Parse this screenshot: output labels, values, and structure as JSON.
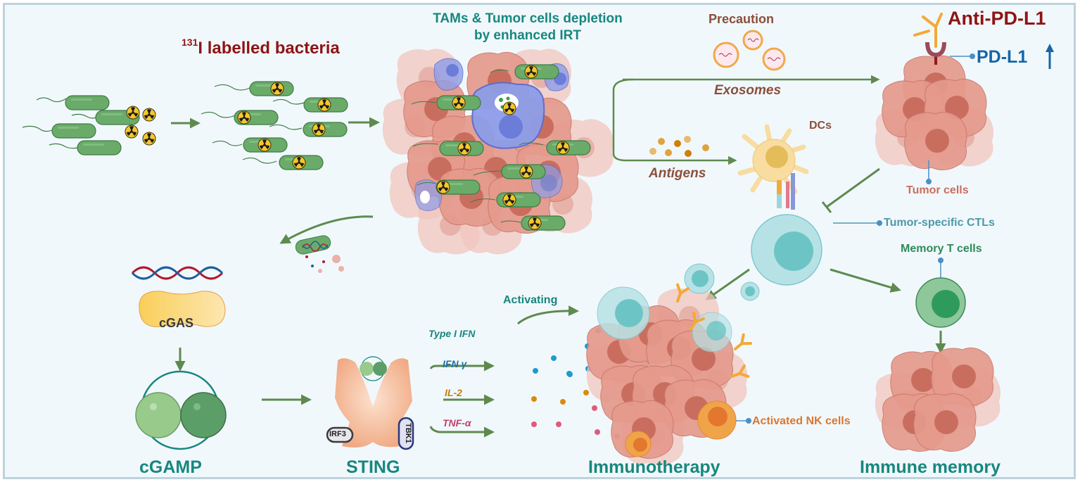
{
  "figure": {
    "title_labels": {
      "bacteria": {
        "isotope": "131",
        "text": "I labelled bacteria"
      },
      "depletion": {
        "line1": "TAMs & Tumor cells depletion",
        "line2": "by enhanced IRT"
      },
      "precaution": "Precaution",
      "anti_pd_l1": "Anti-PD-L1",
      "pd_l1": "PD-L1",
      "pd_l1_trend": "up-arrow-icon"
    },
    "pathway_labels": {
      "exosomes": "Exosomes",
      "antigens": "Antigens",
      "dcs": "DCs",
      "tumor_cells": "Tumor cells",
      "tumor_specific_ctls": "Tumor-specific CTLs",
      "memory_t_cells": "Memory T cells",
      "activating": "Activating",
      "activated_nk_cells": "Activated NK cells"
    },
    "sting_pathway": {
      "cgas": "cGAS",
      "irf3": "IRF3",
      "tbk1": "TBK1",
      "cytokines": [
        {
          "name": "Type I IFN",
          "color": "#17877e"
        },
        {
          "name": "IFN γ",
          "color": "#1f6fa5"
        },
        {
          "name": "IL-2",
          "color": "#c47d12"
        },
        {
          "name": "TNF-α",
          "color": "#c2406a"
        }
      ]
    },
    "section_titles": {
      "cgamp": "cGAMP",
      "sting": "STING",
      "immunotherapy": "Immunotherapy",
      "immune_memory": "Immune memory"
    },
    "colors": {
      "dark_red": "#8e1414",
      "brown": "#8a4f3c",
      "teal": "#17877e",
      "blue": "#1565a8",
      "salmon": "#c96e5f",
      "ctl_teal": "#4a9aa8",
      "green": "#2e8b57",
      "orange": "#d9782f",
      "arrow_green": "#5e8a4e"
    }
  }
}
